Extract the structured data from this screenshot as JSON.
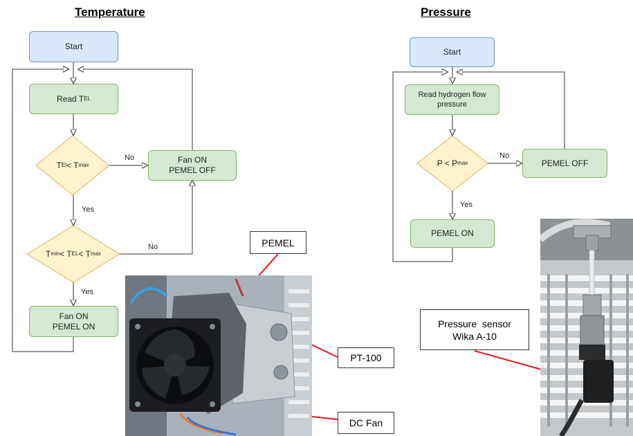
{
  "temperature": {
    "title": "Temperature",
    "start": "Start",
    "read_main": "Read T",
    "read_sub": "EL",
    "d1": {
      "a": "T",
      "a_sub": "El",
      "op": " < T",
      "b_sub": "max"
    },
    "d2": {
      "a": "T",
      "a_sub": "min",
      "op1": " < T",
      "b_sub": "EL",
      "op2": "< T",
      "c_sub": "max"
    },
    "fan_off": {
      "line1": "Fan ON",
      "line2": "PEMEL OFF"
    },
    "fan_on": {
      "line1": "Fan ON",
      "line2": "PEMEL ON"
    },
    "no1": "No",
    "yes1": "Yes",
    "no2": "No",
    "yes2": "Yes"
  },
  "pressure": {
    "title": "Pressure",
    "start": "Start",
    "read_line1": "Read hydrogen flow",
    "read_line2": "pressure",
    "d1": {
      "a": "P < P",
      "a_sub": "max"
    },
    "pemel_off": "PEMEL OFF",
    "pemel_on": "PEMEL ON",
    "no": "No",
    "yes": "Yes"
  },
  "callouts": {
    "pemel": "PEMEL",
    "pt100": "PT-100",
    "dc_fan": "DC Fan",
    "sensor_line1": "Pressure  sensor",
    "sensor_line2": "Wika A-10"
  },
  "colors": {
    "start_fill": "#dae8fc",
    "process_fill": "#d5e8d4",
    "decision_fill": "#fff2cc",
    "callout_line": "#e8141c"
  }
}
